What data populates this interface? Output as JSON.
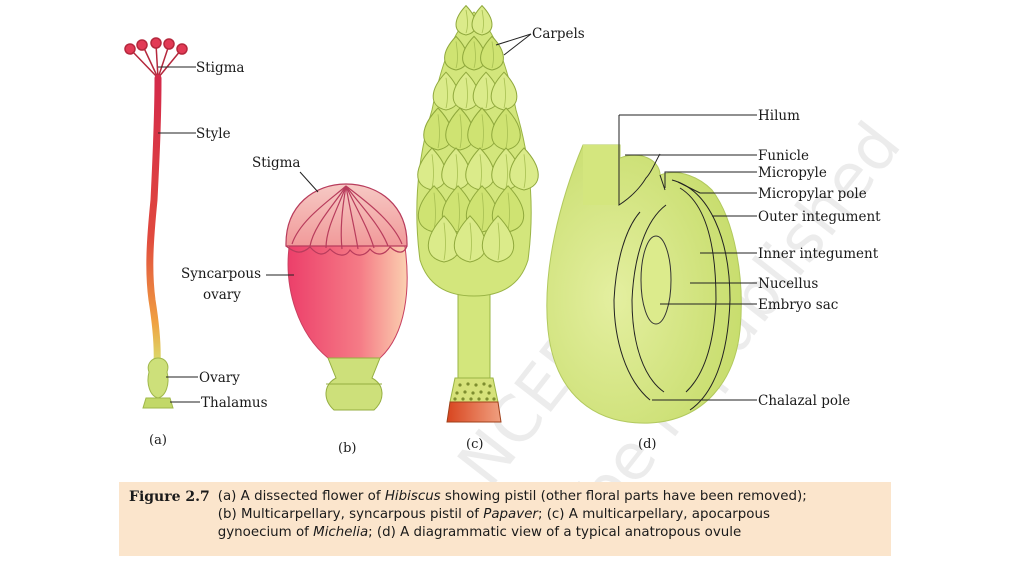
{
  "labels": {
    "stigma_a": "Stigma",
    "style": "Style",
    "ovary": "Ovary",
    "thalamus": "Thalamus",
    "stigma_b": "Stigma",
    "syncarpous_line1": "Syncarpous",
    "syncarpous_line2": "ovary",
    "carpels": "Carpels",
    "hilum": "Hilum",
    "funicle": "Funicle",
    "micropyle": "Micropyle",
    "micropylar_pole": "Micropylar pole",
    "outer_integument": "Outer integument",
    "inner_integument": "Inner integument",
    "nucellus": "Nucellus",
    "embryo_sac": "Embryo sac",
    "chalazal_pole": "Chalazal pole"
  },
  "sublabels": {
    "a": "(a)",
    "b": "(b)",
    "c": "(c)",
    "d": "(d)"
  },
  "watermark": {
    "line1": "NCERT",
    "line2": "be republished"
  },
  "caption": {
    "figure": "Figure 2.7",
    "line1_a": "(a) A dissected flower of ",
    "line1_italic": "Hibiscus",
    "line1_b": " showing pistil (other floral parts have been removed);",
    "line2_a": "(b) Multicarpellary, syncarpous pistil of ",
    "line2_italic": "Papaver",
    "line2_b": "; (c) A multicarpellary, apocarpous",
    "line3_a": "gynoecium of ",
    "line3_italic": "Michelia",
    "line3_b": "; (d) A diagrammatic view of a typical anatropous ovule"
  },
  "colors": {
    "style_red": "#d8304a",
    "ovary_green": "#cde07a",
    "poppy_pink": "#f06a8a",
    "carpel_green": "#d3e67c",
    "ovule_green": "#d4e67e",
    "caption_bg": "#fbe5cc"
  }
}
